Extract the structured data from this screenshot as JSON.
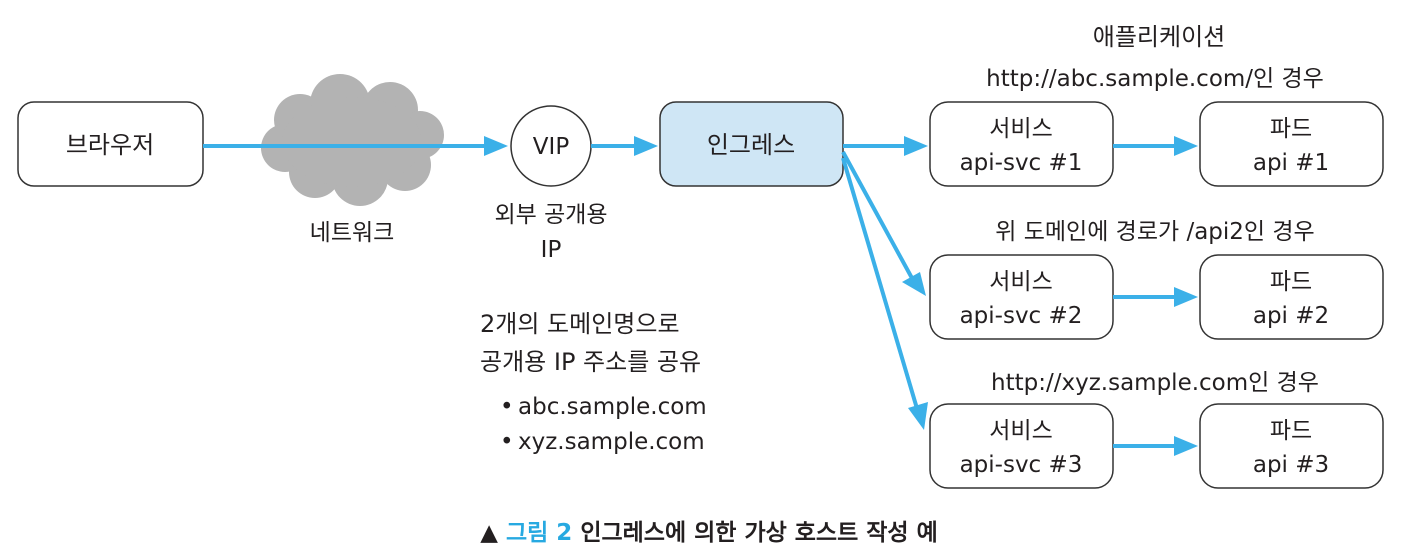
{
  "nodes": {
    "browser": "브라우저",
    "network": "네트워크",
    "vip": "VIP",
    "vip_caption_line1": "외부 공개용",
    "vip_caption_line2": "IP",
    "ingress": "인그레스",
    "application_heading": "애플리케이션"
  },
  "routes": [
    {
      "condition": "http://abc.sample.com/인 경우",
      "service_title": "서비스",
      "service_name": "api-svc #1",
      "pod_title": "파드",
      "pod_name": "api #1"
    },
    {
      "condition": "위 도메인에 경로가 /api2인 경우",
      "service_title": "서비스",
      "service_name": "api-svc #2",
      "pod_title": "파드",
      "pod_name": "api #2"
    },
    {
      "condition": "http://xyz.sample.com인 경우",
      "service_title": "서비스",
      "service_name": "api-svc #3",
      "pod_title": "파드",
      "pod_name": "api #3"
    }
  ],
  "note": {
    "line1": "2개의 도메인명으로",
    "line2": "공개용 IP 주소를 공유",
    "domains": [
      "abc.sample.com",
      "xyz.sample.com"
    ]
  },
  "caption": {
    "marker": "▲",
    "figure": "그림 2",
    "text": "인그레스에 의한 가상 호스트 작성 예"
  },
  "colors": {
    "arrow": "#3bb0e8",
    "ingress_fill": "#cfe6f5",
    "cloud_fill": "#b3b3b3",
    "figure_label": "#27a9e1"
  }
}
